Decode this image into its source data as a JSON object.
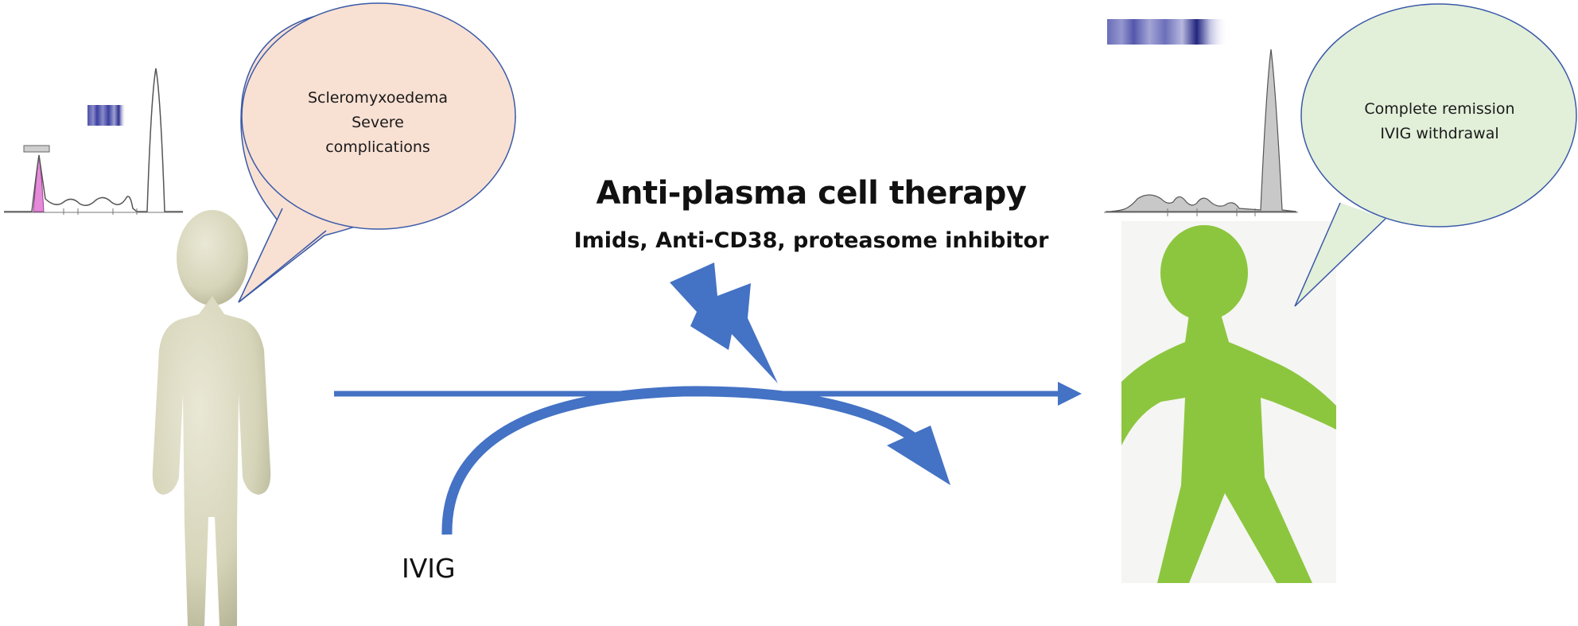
{
  "left_bubble": {
    "lines": [
      "Scleromyxoedema",
      "Severe",
      "complications"
    ],
    "fill": "#f8e0d3"
  },
  "right_bubble": {
    "lines": [
      "Complete remission",
      "IVIG withdrawal"
    ],
    "fill": "#e2efd9"
  },
  "therapy": {
    "title": "Anti-plasma cell therapy",
    "subtitle": "Imids, Anti-CD38, proteasome inhibitor"
  },
  "ivig_label": "IVIG",
  "colors": {
    "arrow": "#4472c4",
    "left_figure": "#d9d7bd",
    "right_figure": "#8cc63f",
    "electrophoresis_band": "#3b3fa0",
    "left_peak_highlight": "#e58ad8",
    "right_peak_fill": "#c8c8c8",
    "bubble_border": "#3a5aa8"
  },
  "icons": [
    "left-person-icon",
    "right-person-icon",
    "lightning-bolt-icon",
    "electrophoresis-trace-icon"
  ]
}
